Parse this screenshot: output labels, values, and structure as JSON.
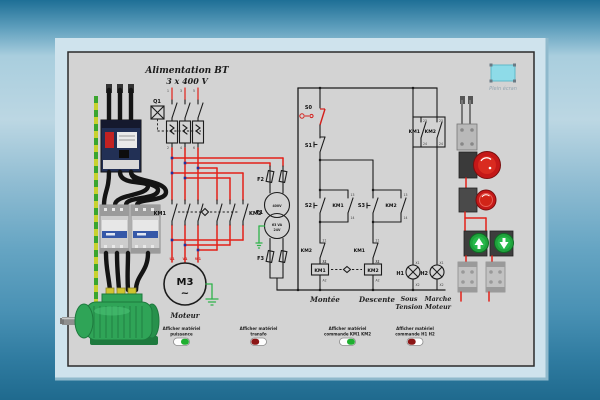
{
  "app": {
    "fullscreen_label": "Plein écran"
  },
  "supply": {
    "title": "Alimentation BT",
    "voltage": "3 x 400 V",
    "breaker_ref": "Q1",
    "phase_terminals": [
      "1",
      "3",
      "5"
    ],
    "breaker_out_terminals": [
      "2",
      "4",
      "6"
    ]
  },
  "power": {
    "km1_ref": "KM1",
    "km2_ref": "KM2",
    "motor_ref": "M3",
    "motor_wave": "~",
    "motor_label": "Moteur",
    "motor_terminals": [
      "U1",
      "V1",
      "W1"
    ]
  },
  "control": {
    "f2_ref": "F2",
    "t1_ref": "T1",
    "t1_primary": "400V",
    "t1_sec_line1": "63 VA",
    "t1_sec_line2": "24V",
    "f3_ref": "F3",
    "s0_ref": "S0",
    "s1_ref": "S1",
    "s2_ref": "S2",
    "s3_ref": "S3",
    "seal_km1_ref": "KM1",
    "seal_km2_ref": "KM2",
    "nc_km2_ref": "KM2",
    "nc_km1_ref": "KM1",
    "coil_km1_ref": "KM1",
    "coil_km2_ref": "KM2",
    "aux_km1_ref": "KM1",
    "aux_km2_ref": "KM2",
    "h1_ref": "H1",
    "h2_ref": "H2",
    "montee": "Montée",
    "descente": "Descente",
    "sous_line1": "Sous",
    "sous_line2": "Tension",
    "marche_line1": "Marche",
    "marche_line2": "Moteur"
  },
  "terminals": {
    "t13": "13",
    "t14": "14",
    "t21": "21",
    "t22": "22",
    "t23": "23",
    "t24": "24",
    "a1": "A1",
    "a2": "A2",
    "x1": "X1",
    "x2": "X2"
  },
  "toggles": [
    {
      "line1": "Afficher matériel",
      "line2": "puissance",
      "state": "on"
    },
    {
      "line1": "Afficher matériel",
      "line2": "transfo",
      "state": "off"
    },
    {
      "line1": "Afficher matériel",
      "line2": "commande KM1  KM2",
      "state": "on"
    },
    {
      "line1": "Afficher matériel",
      "line2": "commande H1 H2",
      "state": "off"
    }
  ],
  "colors": {
    "wire_red": "#e32119",
    "earth_green": "#2eb34a",
    "motor_green": "#2fa457",
    "estop_red": "#c41818",
    "button_green": "#1fa33c",
    "toggle_on": "#1faf30",
    "toggle_off": "#8b1515",
    "junction_blue": "#1e2f9e",
    "panel_bg": "#d3d3d3"
  }
}
